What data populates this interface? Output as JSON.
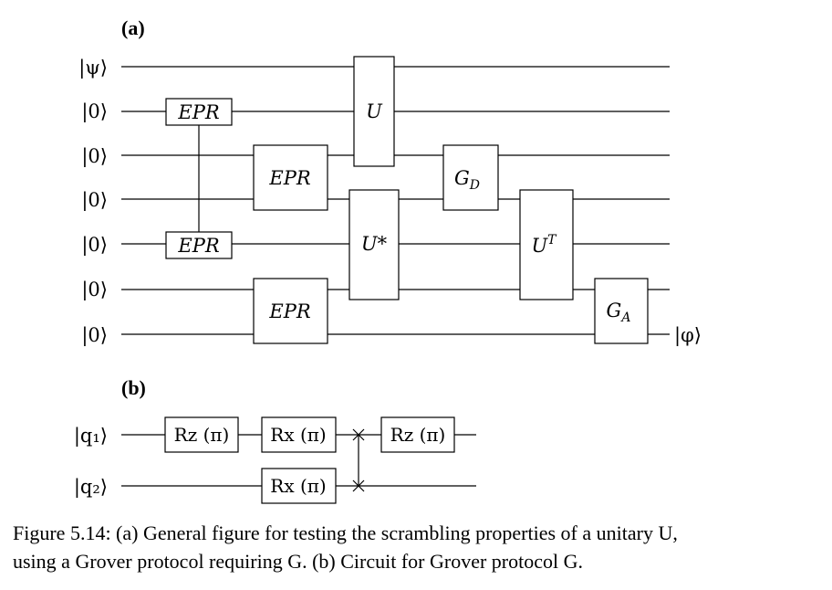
{
  "panel_a": {
    "label": "(a)",
    "inputs": [
      "|ψ⟩",
      "|0⟩",
      "|0⟩",
      "|0⟩",
      "|0⟩",
      "|0⟩",
      "|0⟩"
    ],
    "output": "|φ⟩",
    "gates": {
      "epr": "EPR",
      "u": "U",
      "u_conj": "U*",
      "g_d": "G",
      "g_d_sub": "D",
      "u_transpose": "U",
      "u_transpose_sup": "T",
      "g_a": "G",
      "g_a_sub": "A"
    }
  },
  "panel_b": {
    "label": "(b)",
    "inputs": [
      "|q₁⟩",
      "|q₂⟩"
    ],
    "gates": {
      "rz_1": "Rz (π)",
      "rx_1": "Rx (π)",
      "rx_2": "Rx (π)",
      "rz_2": "Rz (π)"
    }
  },
  "caption": {
    "line1": "Figure 5.14: (a) General figure for testing the scrambling properties of a unitary U,",
    "line2": "using a Grover protocol requiring G. (b) Circuit for Grover protocol G."
  }
}
